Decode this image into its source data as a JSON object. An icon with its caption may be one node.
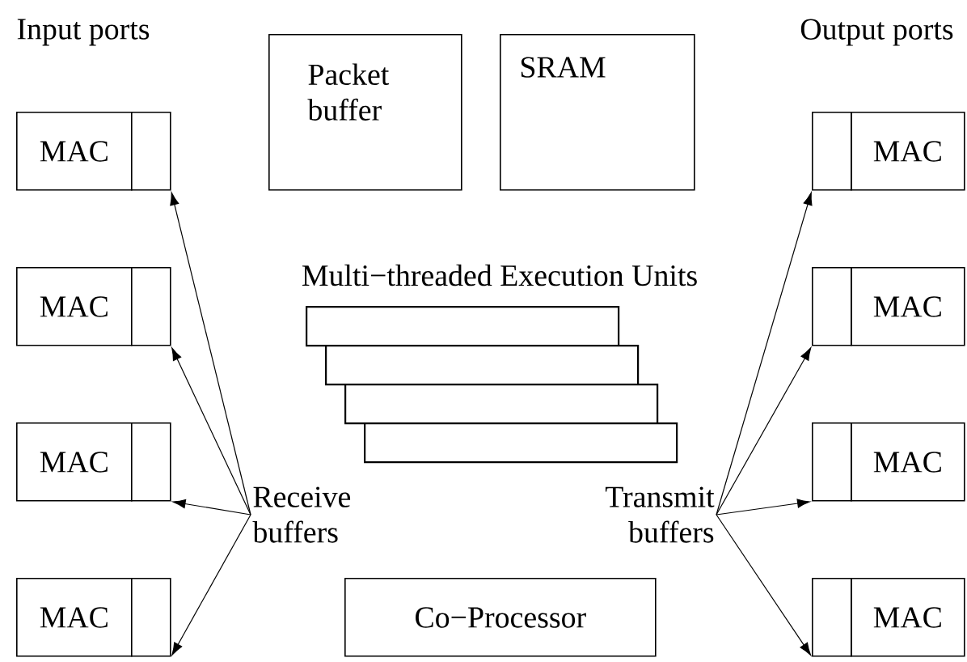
{
  "diagram": {
    "nodes": [
      {
        "text": [
          "Packet buffer"
        ]
      },
      {
        "text": [
          "SRAM"
        ]
      },
      {
        "text": [
          "MAC"
        ]
      },
      {
        "text": [
          "MAC"
        ]
      },
      {
        "text": [
          "MAC"
        ]
      },
      {
        "text": [
          "MAC"
        ]
      },
      {
        "text": [],
        "shape": "box"
      },
      {
        "text": [],
        "shape": "box"
      },
      {
        "text": [],
        "shape": "box"
      },
      {
        "text": [],
        "shape": "box"
      },
      {
        "text": [],
        "shape": "box"
      },
      {
        "text": [],
        "shape": "box"
      },
      {
        "text": [],
        "shape": "box"
      },
      {
        "text": [],
        "shape": "box"
      },
      {
        "text": [
          "MAC"
        ]
      },
      {
        "text": [
          "MAC"
        ]
      },
      {
        "text": [
          "MAC"
        ]
      },
      {
        "text": [
          "MAC"
        ]
      },
      {
        "text": [],
        "shape": "bar"
      },
      {
        "text": [],
        "shape": "bar"
      },
      {
        "text": [],
        "shape": "bar"
      },
      {
        "text": [],
        "shape": "bar"
      },
      {
        "text": [
          "Receive buffers"
        ]
      },
      {
        "text": [
          "Transmit buffers"
        ]
      },
      {
        "text": [
          "Co−Processor"
        ]
      }
    ],
    "edges": [
      {
        "from": 22,
        "to": 6,
        "arrow": "to"
      },
      {
        "from": 22,
        "to": 7,
        "arrow": "to"
      },
      {
        "from": 22,
        "to": 8,
        "arrow": "to"
      },
      {
        "from": 22,
        "to": 9,
        "arrow": "to"
      },
      {
        "from": 23,
        "to": 10,
        "arrow": "to"
      },
      {
        "from": 23,
        "to": 11,
        "arrow": "to"
      },
      {
        "from": 23,
        "to": 12,
        "arrow": "to"
      },
      {
        "from": 23,
        "to": 13,
        "arrow": "to"
      }
    ],
    "labels": [
      "Input ports",
      "Output ports",
      "Multi−threaded Execution Units"
    ]
  }
}
